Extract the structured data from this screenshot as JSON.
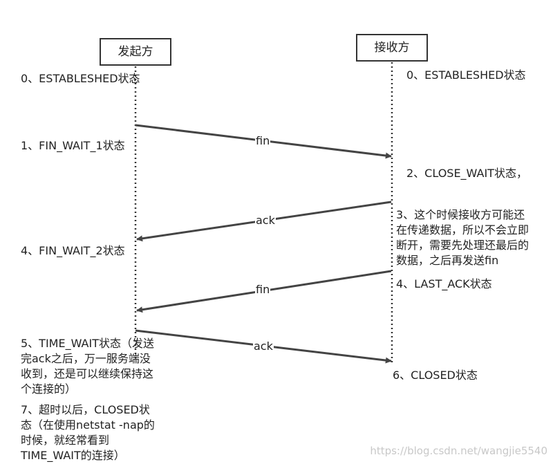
{
  "actors": {
    "sender": "发起方",
    "receiver": "接收方"
  },
  "messages": [
    {
      "label": "fin",
      "from": "sender",
      "to": "receiver"
    },
    {
      "label": "ack",
      "from": "receiver",
      "to": "sender"
    },
    {
      "label": "fin",
      "from": "receiver",
      "to": "sender"
    },
    {
      "label": "ack",
      "from": "sender",
      "to": "receiver"
    }
  ],
  "sender_states": [
    "0、ESTABLESHED状态",
    "1、FIN_WAIT_1状态",
    "4、FIN_WAIT_2状态",
    "5、TIME_WAIT状态（发送\n完ack之后，万一服务端没\n收到，还是可以继续保持这\n个连接的）",
    "7、超时以后，CLOSED状\n态（在使用netstat -nap的\n时候，就经常看到\nTIME_WAIT的连接）"
  ],
  "receiver_states": [
    "0、ESTABLESHED状态",
    "2、CLOSE_WAIT状态，",
    "3、这个时候接收方可能还\n在传递数据，所以不会立即\n断开，需要先处理还最后的\n数据，之后再发送fin",
    "4、LAST_ACK状态",
    "6、CLOSED状态"
  ],
  "watermark": "https://blog.csdn.net/wangjie5540",
  "colors": {
    "arrow": "#444444",
    "lifeline": "#333333"
  }
}
